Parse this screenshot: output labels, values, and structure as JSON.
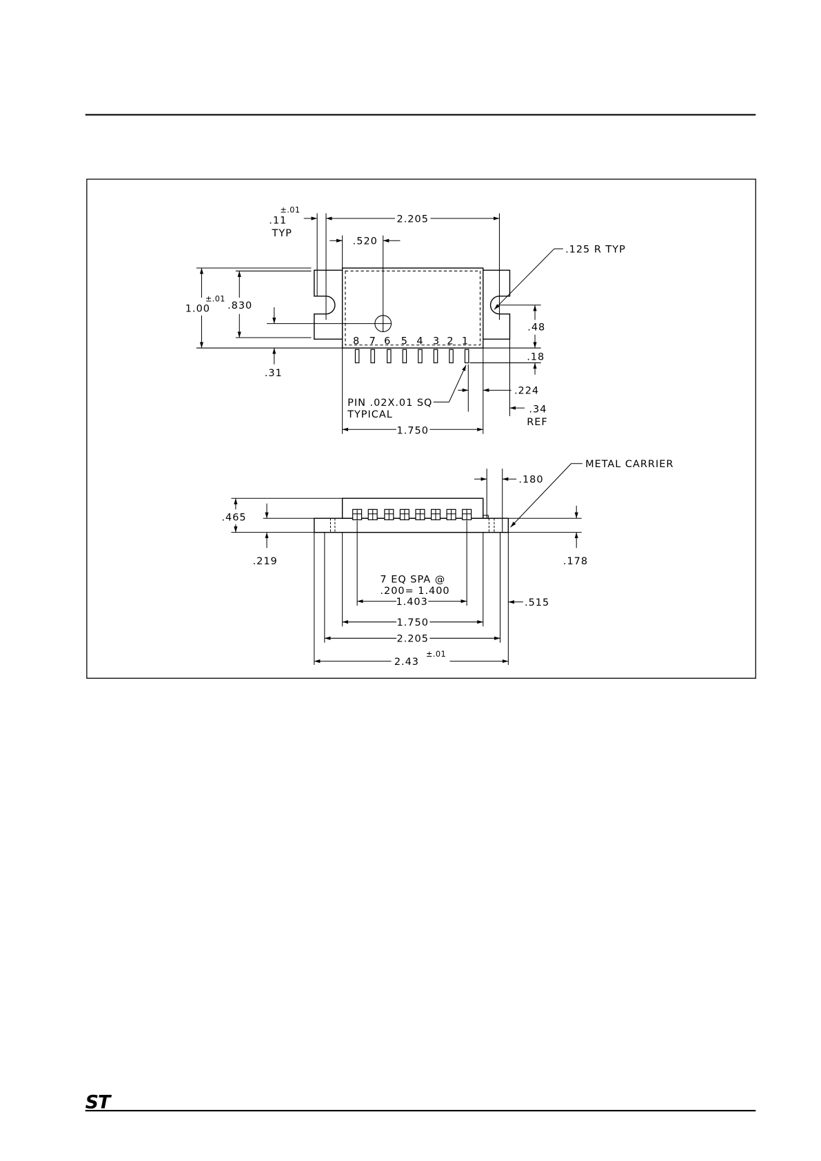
{
  "top_view": {
    "labels": {
      "slot": {
        "value": ".11",
        "tolerance": "±.01",
        "note": "TYP"
      },
      "slot_centers": "2.205",
      "hole_offset": ".520",
      "radius": ".125 R TYP",
      "overall_height": {
        "value": "1.00",
        "tolerance": "±.01"
      },
      "body_height": ".830",
      "slot_height": ".48",
      "pin_height": ".18",
      "hole_height": ".31",
      "pin_callout": [
        "PIN .02X.01 SQ",
        "TYPICAL"
      ],
      "pin_offset": ".224",
      "tab_length": {
        "value": ".34",
        "note": "REF"
      },
      "body_width": "1.750"
    },
    "pin_numbers": [
      "8",
      "7",
      "6",
      "5",
      "4",
      "3",
      "2",
      "1"
    ]
  },
  "side_view": {
    "labels": {
      "overall_height": ".465",
      "carrier_left": ".219",
      "carrier_right": ".178",
      "gap": ".180",
      "carrier_callout": "METAL CARRIER",
      "pitch_note": [
        "7 EQ SPA @",
        ".200= 1.400"
      ],
      "pin_span": "1.403",
      "body_width": "1.750",
      "slot_centers": "2.205",
      "overall_length": {
        "value": "2.43",
        "tolerance": "±.01"
      },
      "tab_offset": ".515"
    }
  },
  "footer": {
    "logo": "ST"
  },
  "colors": {
    "ink": "#000000",
    "paper": "#ffffff"
  }
}
